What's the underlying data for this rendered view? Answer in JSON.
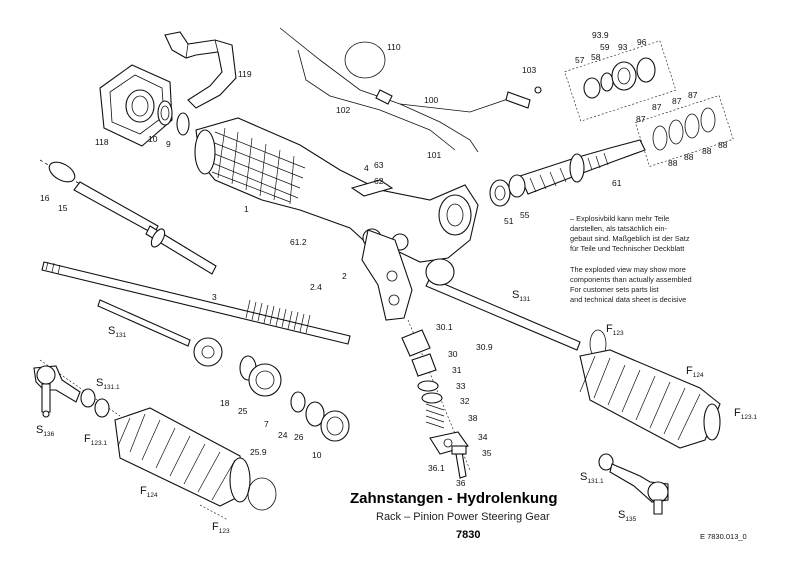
{
  "title": "Zahnstangen - Hydrolenkung",
  "subtitle": "Rack – Pinion Power Steering Gear",
  "number": "7830",
  "ref_code": "E 7830.013_0",
  "notes": {
    "de": [
      "Explosivbild kann mehr Teile",
      "darstellen, als tatsächlich ein-",
      "gebaut sind. Maßgeblich ist der Satz",
      "für Teile und Technischer Deckblatt"
    ],
    "en": [
      "The exploded view may show more",
      "components than actually assembled",
      "For customer sets parts list",
      "and technical data sheet is decisive"
    ]
  },
  "labels": {
    "l119": "119",
    "l110": "110",
    "l103": "103",
    "l100": "100",
    "l102": "102",
    "l101": "101",
    "l118": "118",
    "l10": "10",
    "l9": "9",
    "l1": "1",
    "l4": "4",
    "l63": "63",
    "l62": "62",
    "l939": "93.9",
    "l59": "59",
    "l93": "93",
    "l96": "96",
    "l57": "57",
    "l58": "58",
    "l87a": "87",
    "l87b": "87",
    "l87c": "87",
    "l87d": "87",
    "l88a": "88",
    "l88b": "88",
    "l88c": "88",
    "l88d": "88",
    "l61": "61",
    "l51": "51",
    "l55": "55",
    "l16": "16",
    "l15": "15",
    "l612": "61.2",
    "l2": "2",
    "l24": "2.4",
    "l3": "3",
    "l301": "30.1",
    "l309": "30.9",
    "l30": "30",
    "l31": "31",
    "l33": "33",
    "l32": "32",
    "l38": "38",
    "l34": "34",
    "l35": "35",
    "l361": "36.1",
    "l36": "36",
    "l18": "18",
    "l25": "25",
    "l7": "7",
    "l26": "26",
    "l24b": "24",
    "l10b": "10",
    "l259": "25.9"
  },
  "sublabels": {
    "s131a": {
      "main": "S",
      "sub": "131"
    },
    "s131b": {
      "main": "S",
      "sub": "131"
    },
    "s1311a": {
      "main": "S",
      "sub": "131.1"
    },
    "s1311b": {
      "main": "S",
      "sub": "131.1"
    },
    "s136": {
      "main": "S",
      "sub": "136"
    },
    "s135": {
      "main": "S",
      "sub": "135"
    },
    "f123a": {
      "main": "F",
      "sub": "123"
    },
    "f124a": {
      "main": "F",
      "sub": "124"
    },
    "f1231a": {
      "main": "F",
      "sub": "123.1"
    },
    "f124b": {
      "main": "F",
      "sub": "124"
    },
    "f123b": {
      "main": "F",
      "sub": "123"
    },
    "f1231b": {
      "main": "F",
      "sub": "123.1"
    }
  }
}
